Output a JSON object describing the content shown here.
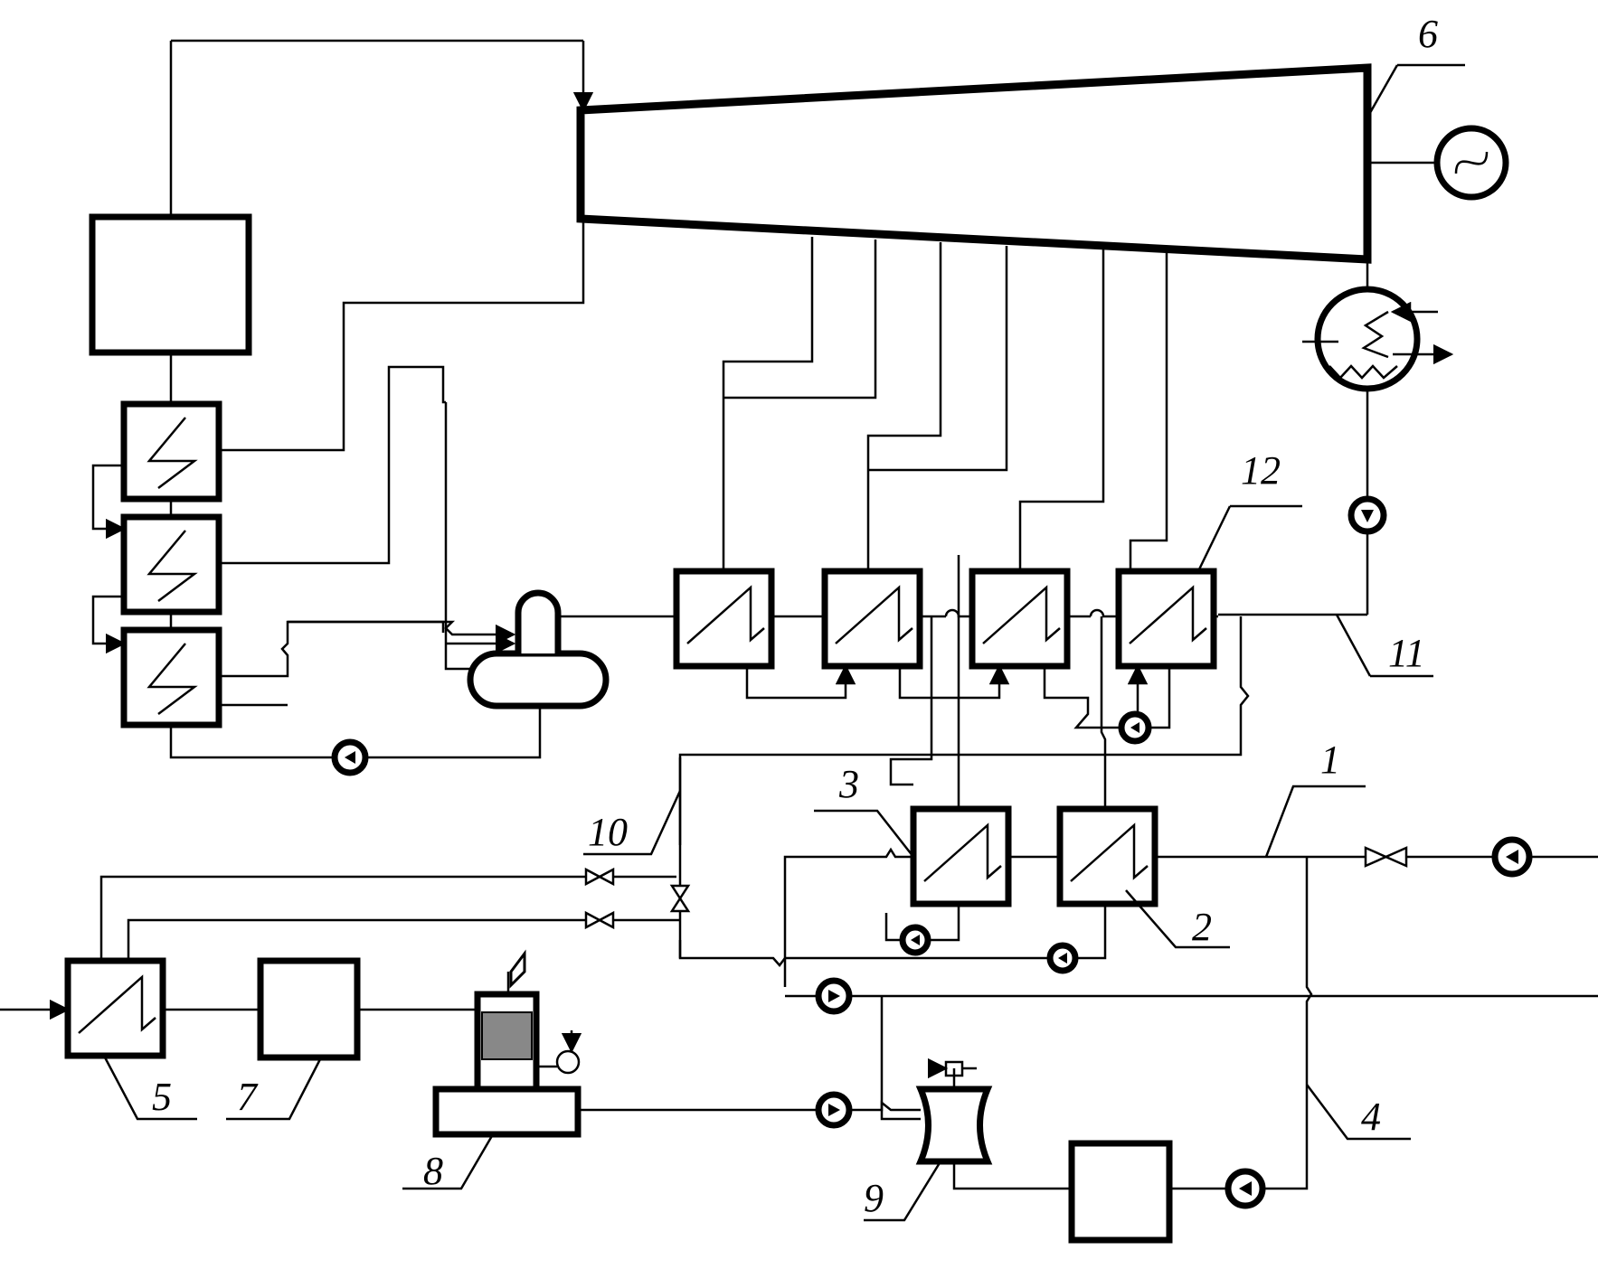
{
  "labels": {
    "l1": "1",
    "l2": "2",
    "l3": "3",
    "l4": "4",
    "l5": "5",
    "l6": "6",
    "l7": "7",
    "l8": "8",
    "l9": "9",
    "l10": "10",
    "l11": "11",
    "l12": "12"
  },
  "colors": {
    "line": "#000000",
    "background": "#ffffff"
  },
  "icons": [
    "heat-exchanger-icon",
    "pump-icon",
    "valve-icon",
    "generator-icon",
    "condenser-icon",
    "deaerator-icon"
  ]
}
